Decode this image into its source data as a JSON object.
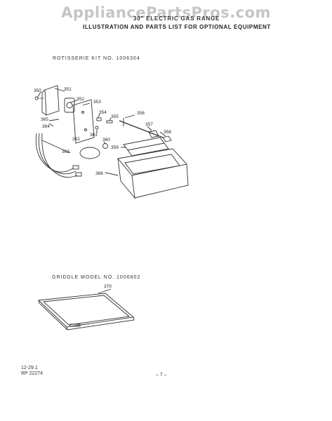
{
  "watermark": "AppliancePartsPros.com",
  "header": {
    "line1": "30\" ELECTRIC GAS RANGE",
    "line2": "ILLUSTRATION AND PARTS LIST FOR OPTIONAL EQUIPMENT"
  },
  "rotisserie": {
    "title": "ROTISSERIE KIT NO. 1006304",
    "callouts": [
      "350",
      "351",
      "352",
      "353",
      "354",
      "355",
      "356",
      "357",
      "358",
      "359",
      "360",
      "361",
      "362",
      "363",
      "364",
      "365",
      "366"
    ]
  },
  "griddle": {
    "title": "GRIDDLE MODEL NO. 1006802",
    "callout": "370"
  },
  "footer": {
    "code1": "12-29.1",
    "code2": "RP 22274",
    "page": "– 7 –"
  }
}
